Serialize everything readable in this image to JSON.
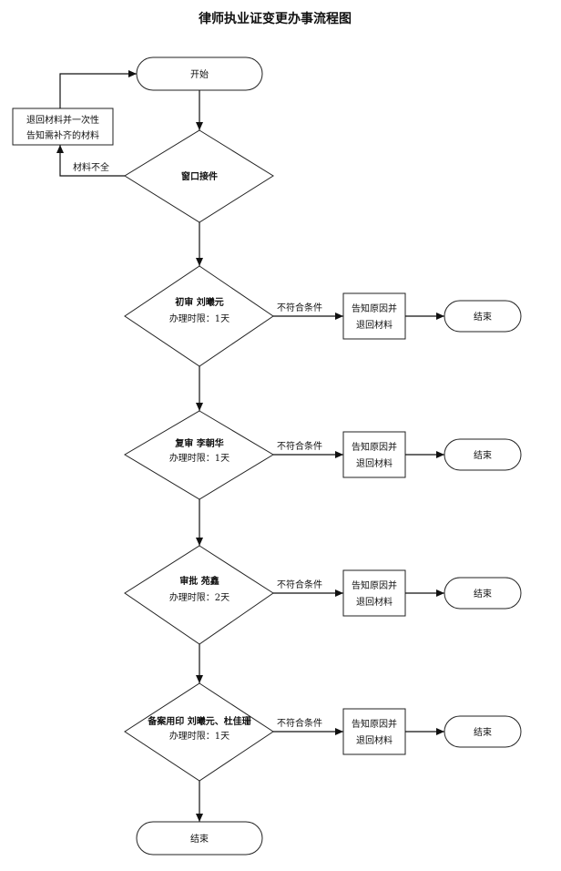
{
  "title": "律师执业证变更办事流程图",
  "start": "开始",
  "end": "结束",
  "window": "窗口接件",
  "return_box": [
    "退回材料并一次性",
    "告知需补齐的材料"
  ],
  "incomplete_label": "材料不全",
  "steps": [
    {
      "title": "初审  刘曦元",
      "limit": "办理时限：1天"
    },
    {
      "title": "复审  李朝华",
      "limit": "办理时限：1天"
    },
    {
      "title": "审批  苑鑫",
      "limit": "办理时限：2天"
    },
    {
      "title": "备案用印  刘曦元、杜佳珊",
      "limit": "办理时限：1天"
    }
  ],
  "reject_label": "不符合条件",
  "reject_box": [
    "告知原因并",
    "退回材料"
  ],
  "side_end": "结束"
}
